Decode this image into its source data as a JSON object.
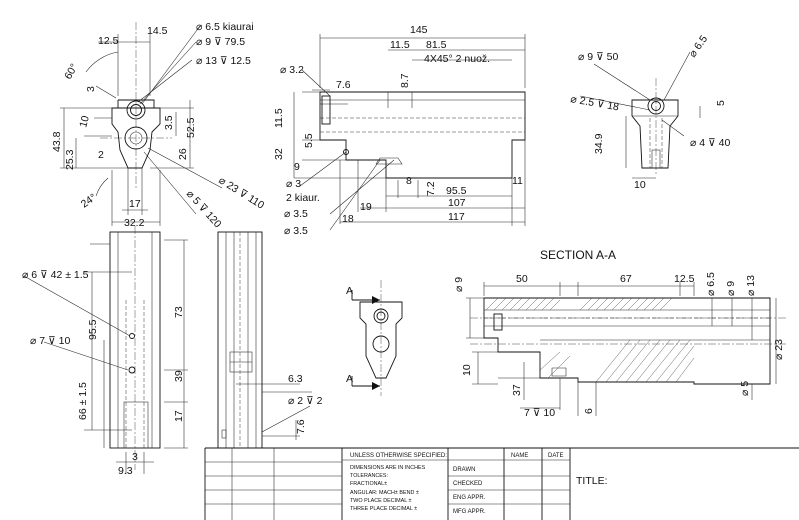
{
  "drawing": {
    "view_top_left": {
      "dims": [
        "12.5",
        "14.5",
        "⌀ 6.5 kiaurai",
        "⌀ 9 ⊽ 79.5",
        "⌀ 13 ⊽ 12.5",
        "60°",
        "3",
        "10",
        "43.8",
        "25.3",
        "2",
        "3.5",
        "52.5",
        "26",
        "⌀ 23 ⊽ 110",
        "⌀ 5 ⊽ 120",
        "24°",
        "17",
        "32.2"
      ]
    },
    "view_top_center": {
      "dims": [
        "145",
        "11.5",
        "81.5",
        "4X45° 2 nuož.",
        "⌀ 3.2",
        "7.6",
        "8.7",
        "11.5",
        "32",
        "5.5",
        "9",
        "⌀ 3",
        "2 kiaur.",
        "⌀ 3.5",
        "⌀ 3.5",
        "18",
        "19",
        "8",
        "7.2",
        "95.5",
        "11",
        "107",
        "117"
      ]
    },
    "view_top_right": {
      "dims": [
        "⌀ 9 ⊽ 50",
        "⌀ 6.5",
        "⌀ 2.5 ⊽ 18",
        "5",
        "34.9",
        "⌀ 4 ⊽ 40",
        "10"
      ]
    },
    "view_bottom_left": {
      "dims": [
        "⌀ 6 ⊽ 42 ± 1.5",
        "95.5",
        "73",
        "⌀ 7 ⊽ 10",
        "39",
        "66 ± 1.5",
        "17",
        "3",
        "9.3"
      ]
    },
    "view_side": {
      "dims": [
        "6.3",
        "⌀ 2 ⊽ 2",
        "7.6"
      ]
    },
    "view_section_marker": {
      "labels": [
        "A",
        "A"
      ]
    },
    "section": {
      "title": "SECTION A-A",
      "dims": [
        "⌀ 9",
        "50",
        "67",
        "12.5",
        "⌀ 6.5",
        "⌀ 9",
        "⌀ 13",
        "⌀ 23",
        "10",
        "37",
        "7 ⊽ 10",
        "6",
        "⌀ 5"
      ]
    }
  },
  "title_block": {
    "unless": "UNLESS OTHERWISE SPECIFIED:",
    "name": "NAME",
    "date": "DATE",
    "dimensions": "DIMENSIONS ARE IN INCHES",
    "tolerances": "TOLERANCES:",
    "fractional": "FRACTIONAL±",
    "angular": "ANGULAR: MACH±      BEND ±",
    "two_place": "TWO PLACE DECIMAL    ±",
    "three_place": "THREE PLACE DECIMAL  ±",
    "drawn": "DRAWN",
    "checked": "CHECKED",
    "eng_appr": "ENG APPR.",
    "mfg_appr": "MFG APPR.",
    "title": "TITLE:"
  }
}
